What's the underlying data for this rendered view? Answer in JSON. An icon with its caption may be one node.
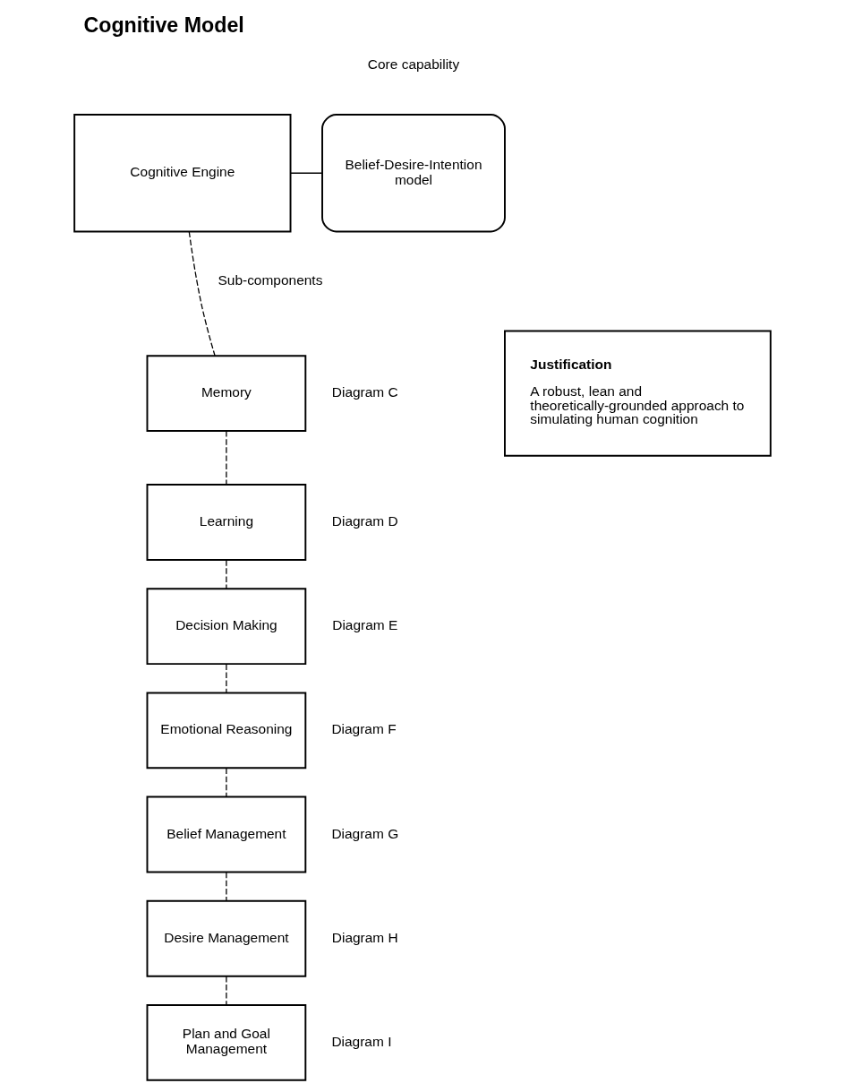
{
  "diagram": {
    "title": "Cognitive Model",
    "nodes": [
      {
        "text": [
          "Cognitive Engine"
        ]
      },
      {
        "text": [
          "Belief-Desire-Intention model"
        ],
        "beside": [
          "Core capability"
        ]
      },
      {
        "text": [
          "Memory"
        ],
        "beside": [
          "Diagram C"
        ]
      },
      {
        "text": [
          "Learning"
        ],
        "beside": [
          "Diagram D"
        ]
      },
      {
        "text": [
          "Decision Making"
        ],
        "beside": [
          "Diagram E"
        ]
      },
      {
        "text": [
          "Emotional Reasoning"
        ],
        "beside": [
          "Diagram F"
        ]
      },
      {
        "text": [
          "Belief Management"
        ],
        "beside": [
          "Diagram G"
        ]
      },
      {
        "text": [
          "Desire Management"
        ],
        "beside": [
          "Diagram H"
        ]
      },
      {
        "text": [
          "Plan and Goal Management"
        ],
        "beside": [
          "Diagram I"
        ]
      },
      {
        "text": [
          "Justification",
          "A robust, lean and theoretically-grounded approach to simulating human cognition"
        ]
      }
    ],
    "edges": [
      {
        "from": 0,
        "to": 1,
        "arrow": "none"
      },
      {
        "from": 0,
        "to": 2,
        "arrow": "none",
        "style": "dashed"
      },
      {
        "from": 2,
        "to": 3,
        "arrow": "none",
        "style": "dashed"
      },
      {
        "from": 3,
        "to": 4,
        "arrow": "none",
        "style": "dashed"
      },
      {
        "from": 4,
        "to": 5,
        "arrow": "none",
        "style": "dashed"
      },
      {
        "from": 5,
        "to": 6,
        "arrow": "none",
        "style": "dashed"
      },
      {
        "from": 6,
        "to": 7,
        "arrow": "none",
        "style": "dashed"
      },
      {
        "from": 7,
        "to": 8,
        "arrow": "none",
        "style": "dashed"
      }
    ],
    "labels": [
      "Sub-components"
    ]
  }
}
